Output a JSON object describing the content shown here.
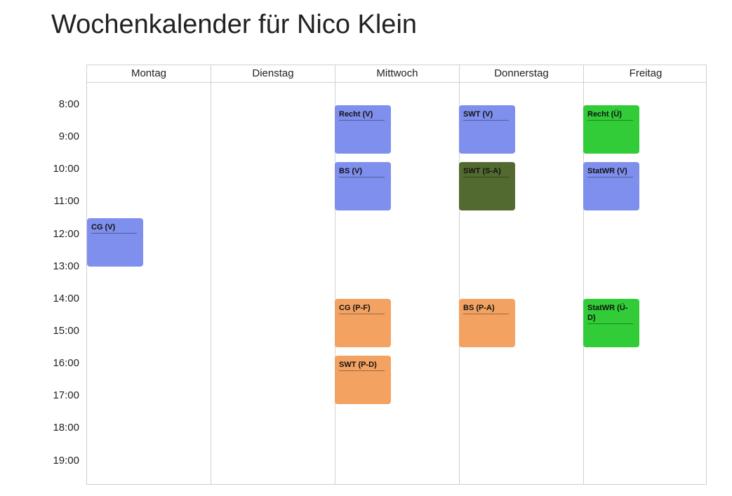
{
  "page": {
    "title": "Wochenkalender für Nico Klein"
  },
  "days": [
    "Montag",
    "Dienstag",
    "Mittwoch",
    "Donnerstag",
    "Freitag"
  ],
  "hours": [
    "8:00",
    "9:00",
    "10:00",
    "11:00",
    "12:00",
    "13:00",
    "14:00",
    "15:00",
    "16:00",
    "17:00",
    "18:00",
    "19:00"
  ],
  "colors": {
    "lecture": "#7f8fed",
    "exercise": "#31cc37",
    "seminar": "#526a30",
    "practical": "#f3a262"
  },
  "events": [
    {
      "label": "CG (V)",
      "day": "Montag",
      "start": "11:45",
      "end": "13:15",
      "color": "#7f8fed"
    },
    {
      "label": "Recht (V)",
      "day": "Mittwoch",
      "start": "8:00",
      "end": "9:30",
      "color": "#7f8fed"
    },
    {
      "label": "BS (V)",
      "day": "Mittwoch",
      "start": "9:45",
      "end": "11:15",
      "color": "#7f8fed"
    },
    {
      "label": "CG (P-F)",
      "day": "Mittwoch",
      "start": "14:00",
      "end": "15:30",
      "color": "#f3a262"
    },
    {
      "label": "SWT (P-D)",
      "day": "Mittwoch",
      "start": "15:45",
      "end": "17:15",
      "color": "#f3a262"
    },
    {
      "label": "SWT (V)",
      "day": "Donnerstag",
      "start": "8:00",
      "end": "9:30",
      "color": "#7f8fed"
    },
    {
      "label": "SWT (S-A)",
      "day": "Donnerstag",
      "start": "9:45",
      "end": "11:15",
      "color": "#526a30"
    },
    {
      "label": "BS (P-A)",
      "day": "Donnerstag",
      "start": "14:00",
      "end": "15:30",
      "color": "#f3a262"
    },
    {
      "label": "Recht (Ü)",
      "day": "Freitag",
      "start": "8:00",
      "end": "9:30",
      "color": "#31cc37"
    },
    {
      "label": "StatWR (V)",
      "day": "Freitag",
      "start": "9:45",
      "end": "11:15",
      "color": "#7f8fed"
    },
    {
      "label": "StatWR (Ü-D)",
      "day": "Freitag",
      "start": "14:00",
      "end": "15:30",
      "color": "#31cc37"
    }
  ]
}
